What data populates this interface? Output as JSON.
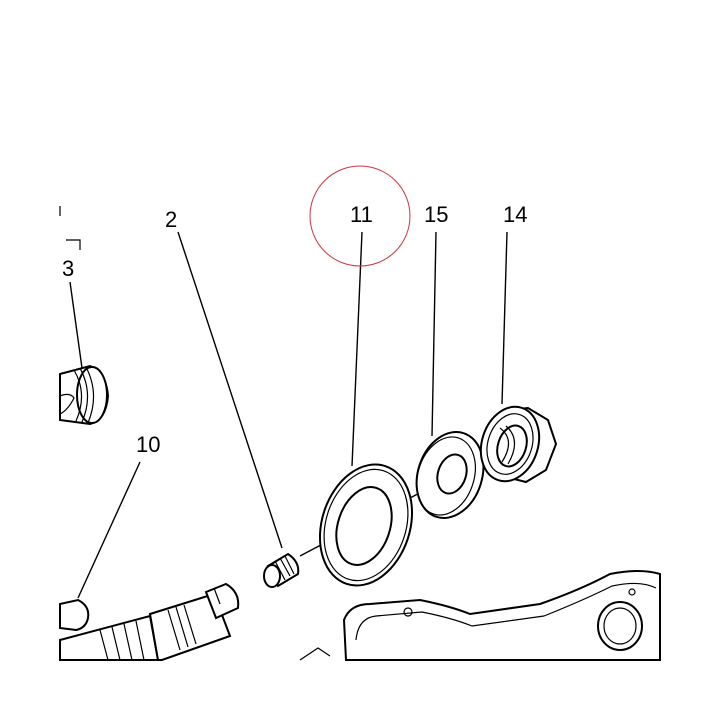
{
  "callouts": [
    {
      "id": "3",
      "label": "3"
    },
    {
      "id": "2",
      "label": "2"
    },
    {
      "id": "10",
      "label": "10"
    },
    {
      "id": "11",
      "label": "11"
    },
    {
      "id": "15",
      "label": "15"
    },
    {
      "id": "14",
      "label": "14"
    }
  ],
  "highlight": {
    "target": "11",
    "color": "#cc3344"
  },
  "colors": {
    "line": "#000000",
    "background": "#ffffff"
  }
}
